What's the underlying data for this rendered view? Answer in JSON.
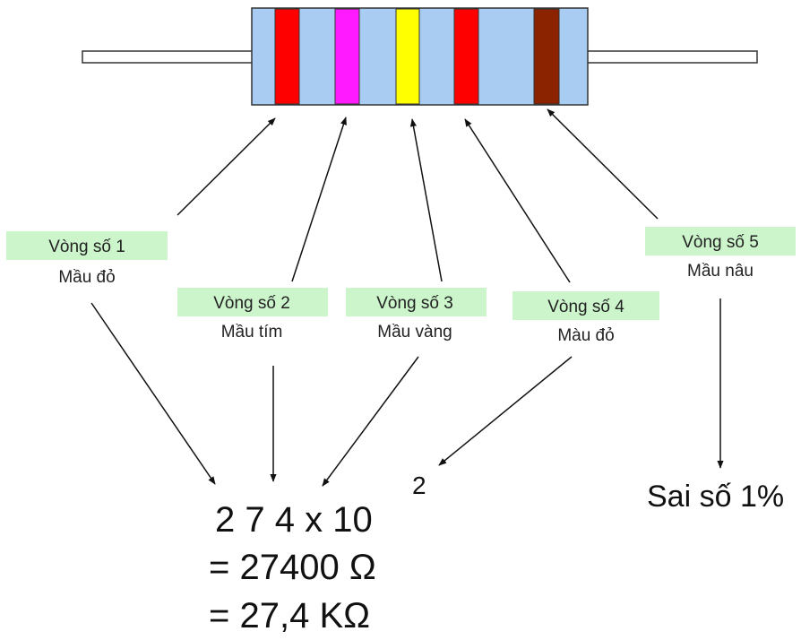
{
  "colors": {
    "body": "#a9cdf2",
    "lead": "#ffffff",
    "label_bg": "#ccf5cc",
    "arrow": "#111111"
  },
  "resistor": {
    "bands": [
      {
        "name": "red",
        "color": "#ff0000"
      },
      {
        "name": "magenta",
        "color": "#ff1aff"
      },
      {
        "name": "yellow",
        "color": "#ffff00"
      },
      {
        "name": "red",
        "color": "#ff0000"
      },
      {
        "name": "brown",
        "color": "#8b2200"
      }
    ]
  },
  "labels": [
    {
      "title": "Vòng số 1",
      "color_name": "Mầu đỏ"
    },
    {
      "title": "Vòng số 2",
      "color_name": "Mầu tím"
    },
    {
      "title": "Vòng số 3",
      "color_name": "Mầu vàng"
    },
    {
      "title": "Vòng số 4",
      "color_name": "Màu đỏ"
    },
    {
      "title": "Vòng số 5",
      "color_name": "Mầu nâu"
    }
  ],
  "formula": {
    "line1": "2 7 4 x 10",
    "exponent": "2",
    "line2": "=  27400 Ω",
    "line3": "= 27,4  KΩ"
  },
  "tolerance": "Sai số 1%"
}
